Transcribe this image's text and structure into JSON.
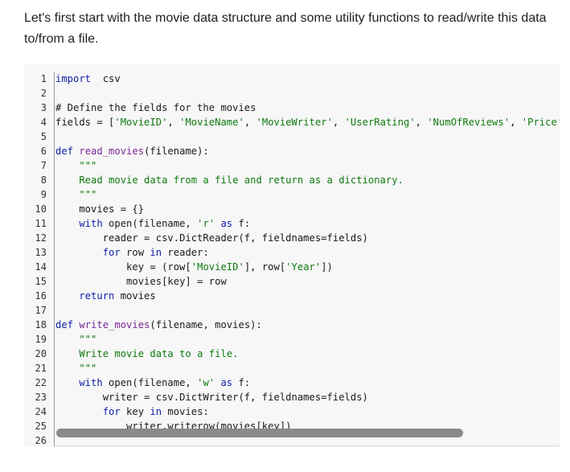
{
  "intro": {
    "text": "Let's first start with the movie data structure and some utility functions to read/write this data to/from a file."
  },
  "code": {
    "line_numbers": [
      "1",
      "2",
      "3",
      "4",
      "5",
      "6",
      "7",
      "8",
      "9",
      "10",
      "11",
      "12",
      "13",
      "14",
      "15",
      "16",
      "17",
      "18",
      "19",
      "20",
      "21",
      "22",
      "23",
      "24",
      "25",
      "26"
    ],
    "lines": [
      [
        [
          "kw",
          "import"
        ],
        [
          "",
          "  csv"
        ]
      ],
      [],
      [
        [
          "cm",
          "# Define the fields for the movies"
        ]
      ],
      [
        [
          "",
          "fields = ["
        ],
        [
          "str",
          "'MovieID'"
        ],
        [
          "",
          ", "
        ],
        [
          "str",
          "'MovieName'"
        ],
        [
          "",
          ", "
        ],
        [
          "str",
          "'MovieWriter'"
        ],
        [
          "",
          ", "
        ],
        [
          "str",
          "'UserRating'"
        ],
        [
          "",
          ", "
        ],
        [
          "str",
          "'NumOfReviews'"
        ],
        [
          "",
          ", "
        ],
        [
          "str",
          "'Price'"
        ]
      ],
      [],
      [
        [
          "kw",
          "def"
        ],
        [
          "",
          " "
        ],
        [
          "fn",
          "read_movies"
        ],
        [
          "",
          "(filename):"
        ]
      ],
      [
        [
          "str",
          "    \"\"\""
        ]
      ],
      [
        [
          "str",
          "    Read movie data from a file and return as a dictionary."
        ]
      ],
      [
        [
          "str",
          "    \"\"\""
        ]
      ],
      [
        [
          "",
          "    movies = {}"
        ]
      ],
      [
        [
          "kw",
          "    with"
        ],
        [
          "",
          " open(filename, "
        ],
        [
          "str",
          "'r'"
        ],
        [
          "",
          " "
        ],
        [
          "kw",
          "as"
        ],
        [
          "",
          " f:"
        ]
      ],
      [
        [
          "",
          "        reader = csv.DictReader(f, fieldnames=fields)"
        ]
      ],
      [
        [
          "kw",
          "        for"
        ],
        [
          "",
          " row "
        ],
        [
          "kw",
          "in"
        ],
        [
          "",
          " reader:"
        ]
      ],
      [
        [
          "",
          "            key = (row["
        ],
        [
          "str",
          "'MovieID'"
        ],
        [
          "",
          "], row["
        ],
        [
          "str",
          "'Year'"
        ],
        [
          "",
          "])"
        ]
      ],
      [
        [
          "",
          "            movies[key] = row"
        ]
      ],
      [
        [
          "kw",
          "    return"
        ],
        [
          "",
          " movies"
        ]
      ],
      [],
      [
        [
          "kw",
          "def"
        ],
        [
          "",
          " "
        ],
        [
          "fn",
          "write_movies"
        ],
        [
          "",
          "(filename, movies):"
        ]
      ],
      [
        [
          "str",
          "    \"\"\""
        ]
      ],
      [
        [
          "str",
          "    Write movie data to a file."
        ]
      ],
      [
        [
          "str",
          "    \"\"\""
        ]
      ],
      [
        [
          "kw",
          "    with"
        ],
        [
          "",
          " open(filename, "
        ],
        [
          "str",
          "'w'"
        ],
        [
          "",
          " "
        ],
        [
          "kw",
          "as"
        ],
        [
          "",
          " f:"
        ]
      ],
      [
        [
          "",
          "        writer = csv.DictWriter(f, fieldnames=fields)"
        ]
      ],
      [
        [
          "kw",
          "        for"
        ],
        [
          "",
          " key "
        ],
        [
          "kw",
          "in"
        ],
        [
          "",
          " movies:"
        ]
      ],
      [
        [
          "",
          "            writer.writerow(movies[key])"
        ]
      ],
      []
    ]
  },
  "colors": {
    "keyword": "#0b1ea6",
    "function": "#7a2a96",
    "string": "#0f7a10",
    "background": "#f7f7f7"
  }
}
